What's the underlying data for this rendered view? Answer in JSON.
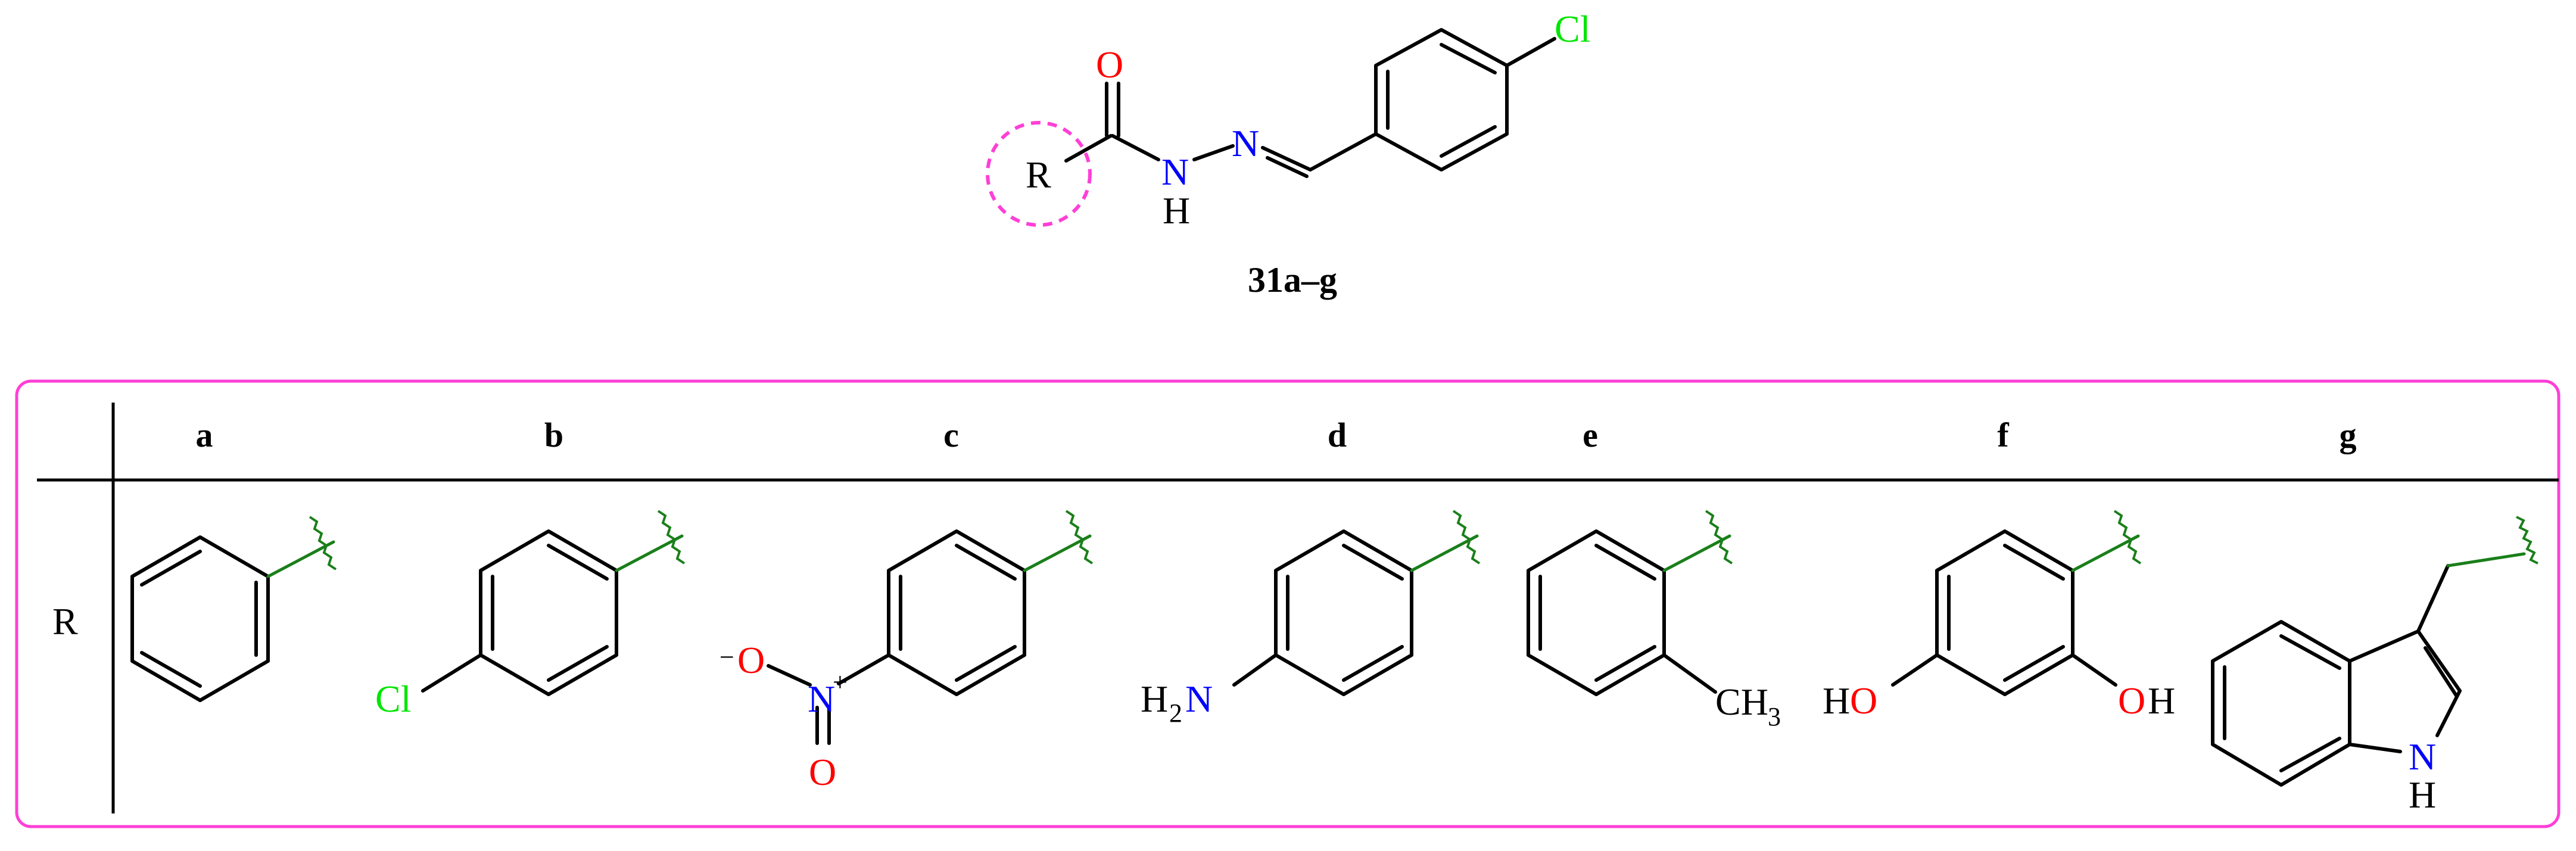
{
  "scaffold": {
    "compound_label": "31a–g",
    "atoms": {
      "O": "O",
      "R": "R",
      "N": "N",
      "H": "H",
      "Cl": "Cl"
    }
  },
  "table": {
    "row_label": "R",
    "columns": [
      {
        "label": "a"
      },
      {
        "label": "b",
        "substituent": "Cl"
      },
      {
        "label": "c",
        "substituent_charge_o": "−O",
        "substituent_n": "N",
        "substituent_plus": "+",
        "substituent_o": "O"
      },
      {
        "label": "d",
        "substituent_h": "H",
        "substituent_sub": "2",
        "substituent_n": "N"
      },
      {
        "label": "e",
        "substituent_ch": "CH",
        "substituent_sub": "3"
      },
      {
        "label": "f",
        "substituent_left_h": "H",
        "substituent_left_o": "O",
        "substituent_right_o": "O",
        "substituent_right_h": "H"
      },
      {
        "label": "g",
        "substituent_n": "N",
        "substituent_h": "H"
      }
    ]
  },
  "colors": {
    "oxygen": "#ff0000",
    "nitrogen": "#0000ff",
    "chlorine": "#00e600",
    "attachment_bond": "#1a7f1a",
    "highlight": "#ff3fd6",
    "frame": "#ff3fd6"
  }
}
